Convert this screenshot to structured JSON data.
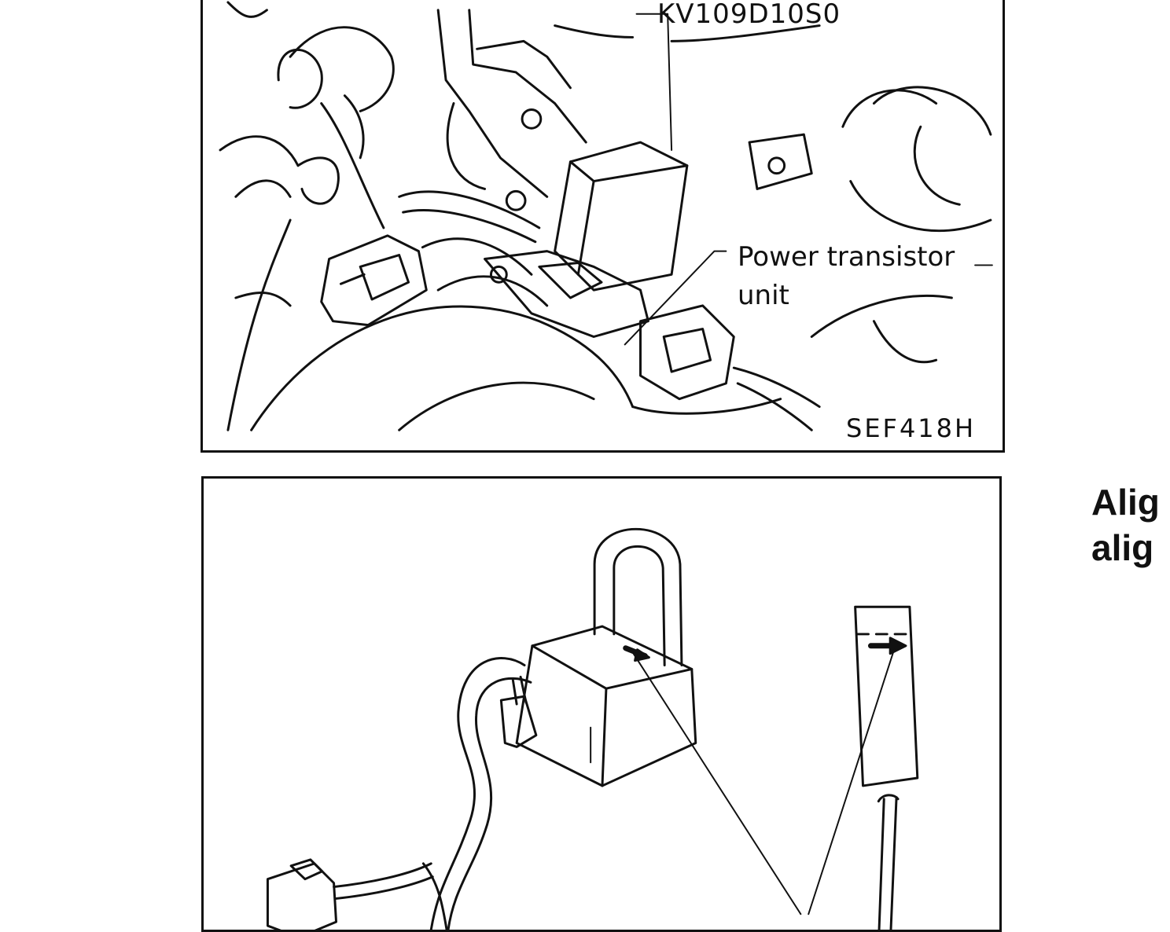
{
  "figure_top": {
    "tool_label": "KV109D10S0",
    "component_label_line1": "Power transistor",
    "component_label_line2": "unit",
    "figure_code": "SEF418H"
  },
  "side_heading": {
    "line1": "Alig",
    "line2": "alig"
  },
  "colors": {
    "ink": "#111111",
    "paper": "#ffffff"
  }
}
